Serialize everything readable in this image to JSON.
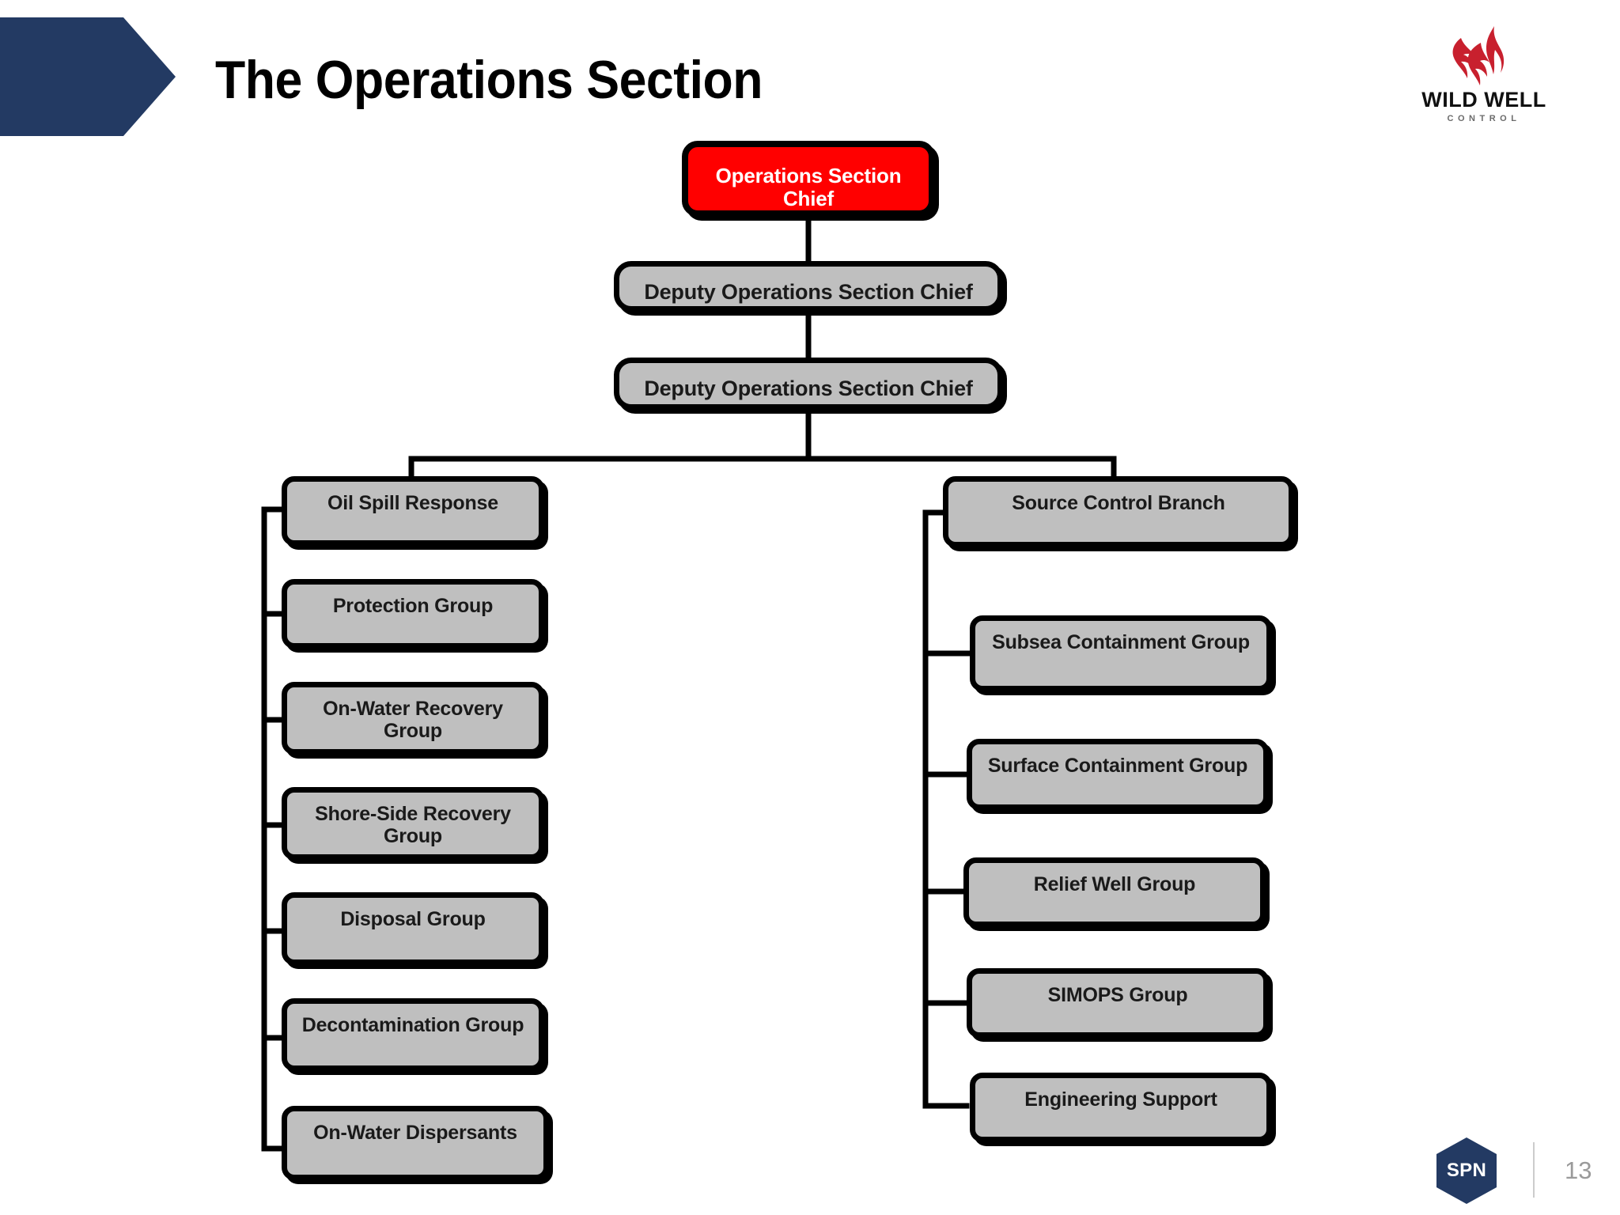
{
  "slide": {
    "title": "The Operations Section",
    "page_number": "13",
    "accent_navy": "#233A63",
    "root_red": "#FF0000",
    "node_gray": "#BFBFBF"
  },
  "brand": {
    "flame_icon": "flame-icon",
    "wordmark": "WILD WELL",
    "subwordmark": "CONTROL",
    "flame_color": "#C8202E"
  },
  "footer": {
    "logo_label": "SPN"
  },
  "chart_data": {
    "type": "diagram",
    "title": "The Operations Section",
    "nodes": [
      {
        "id": "root",
        "label": "Operations Section Chief",
        "level": 0,
        "style": "root"
      },
      {
        "id": "dep1",
        "label": "Deputy Operations Section Chief",
        "level": 1,
        "style": "deputy"
      },
      {
        "id": "dep2",
        "label": "Deputy Operations Section Chief",
        "level": 2,
        "style": "deputy"
      },
      {
        "id": "osr",
        "label": "Oil Spill Response",
        "level": 3,
        "style": "branch",
        "column": "left"
      },
      {
        "id": "scb",
        "label": "Source Control Branch",
        "level": 3,
        "style": "branch",
        "column": "right"
      },
      {
        "id": "l1",
        "label": "Protection Group",
        "level": 4,
        "style": "group",
        "column": "left",
        "parent": "osr"
      },
      {
        "id": "l2",
        "label": "On-Water Recovery Group",
        "level": 4,
        "style": "group",
        "column": "left",
        "parent": "osr"
      },
      {
        "id": "l3",
        "label": "Shore-Side Recovery Group",
        "level": 4,
        "style": "group",
        "column": "left",
        "parent": "osr"
      },
      {
        "id": "l4",
        "label": "Disposal Group",
        "level": 4,
        "style": "group",
        "column": "left",
        "parent": "osr"
      },
      {
        "id": "l5",
        "label": "Decontamination Group",
        "level": 4,
        "style": "group",
        "column": "left",
        "parent": "osr"
      },
      {
        "id": "l6",
        "label": "On-Water Dispersants",
        "level": 4,
        "style": "group",
        "column": "left",
        "parent": "osr"
      },
      {
        "id": "r1",
        "label": "Subsea Containment Group",
        "level": 4,
        "style": "group",
        "column": "right",
        "parent": "scb"
      },
      {
        "id": "r2",
        "label": "Surface Containment Group",
        "level": 4,
        "style": "group",
        "column": "right",
        "parent": "scb"
      },
      {
        "id": "r3",
        "label": "Relief Well Group",
        "level": 4,
        "style": "group",
        "column": "right",
        "parent": "scb"
      },
      {
        "id": "r4",
        "label": "SIMOPS Group",
        "level": 4,
        "style": "group",
        "column": "right",
        "parent": "scb"
      },
      {
        "id": "r5",
        "label": "Engineering Support",
        "level": 4,
        "style": "group",
        "column": "right",
        "parent": "scb"
      }
    ],
    "edges": [
      {
        "from": "root",
        "to": "dep1"
      },
      {
        "from": "dep1",
        "to": "dep2"
      },
      {
        "from": "dep2",
        "to": "osr"
      },
      {
        "from": "dep2",
        "to": "scb"
      },
      {
        "from": "osr",
        "to": "l1"
      },
      {
        "from": "osr",
        "to": "l2"
      },
      {
        "from": "osr",
        "to": "l3"
      },
      {
        "from": "osr",
        "to": "l4"
      },
      {
        "from": "osr",
        "to": "l5"
      },
      {
        "from": "osr",
        "to": "l6"
      },
      {
        "from": "scb",
        "to": "r1"
      },
      {
        "from": "scb",
        "to": "r2"
      },
      {
        "from": "scb",
        "to": "r3"
      },
      {
        "from": "scb",
        "to": "r4"
      },
      {
        "from": "scb",
        "to": "r5"
      }
    ]
  }
}
